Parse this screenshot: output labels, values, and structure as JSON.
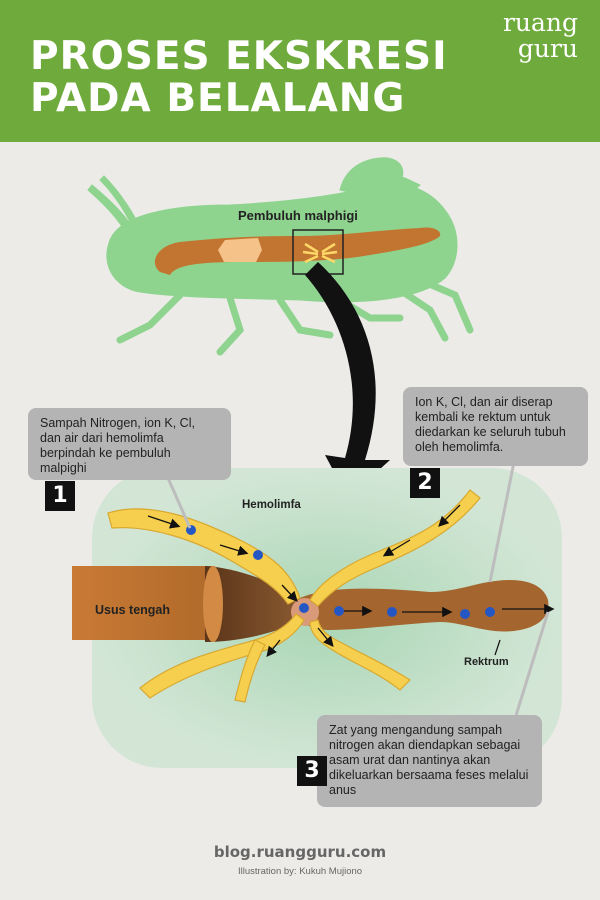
{
  "header": {
    "title_line1": "PROSES EKSKRESI",
    "title_line2": "PADA BELALANG",
    "brand_line1": "ruang",
    "brand_line2": "guru"
  },
  "labels": {
    "malpighi": "Pembuluh malphigi",
    "hemolimfa": "Hemolimfa",
    "usus": "Usus tengah",
    "rektrum": "Rektrum"
  },
  "steps": [
    {
      "number": "1",
      "text": "Sampah Nitrogen, ion K, Cl, dan air dari hemolimfa berpindah ke pembuluh malpighi"
    },
    {
      "number": "2",
      "text": "Ion K, Cl, dan air diserap kembali ke rektum untuk diedarkan ke seluruh tubuh oleh hemolimfa."
    },
    {
      "number": "3",
      "text": "Zat yang mengandung sampah nitrogen akan diendapkan sebagai asam urat dan nantinya akan dikeluarkan bersaama feses melalui anus"
    }
  ],
  "footer": {
    "site": "blog.ruangguru.com",
    "credit": "Illustration by: Kukuh Mujiono"
  },
  "colors": {
    "header_green": "#6fab3c",
    "grasshopper": "#8ed48f",
    "gut_brown": "#b86c2c",
    "tubule_yellow": "#f7cf4e",
    "particle_blue": "#2457c4"
  }
}
